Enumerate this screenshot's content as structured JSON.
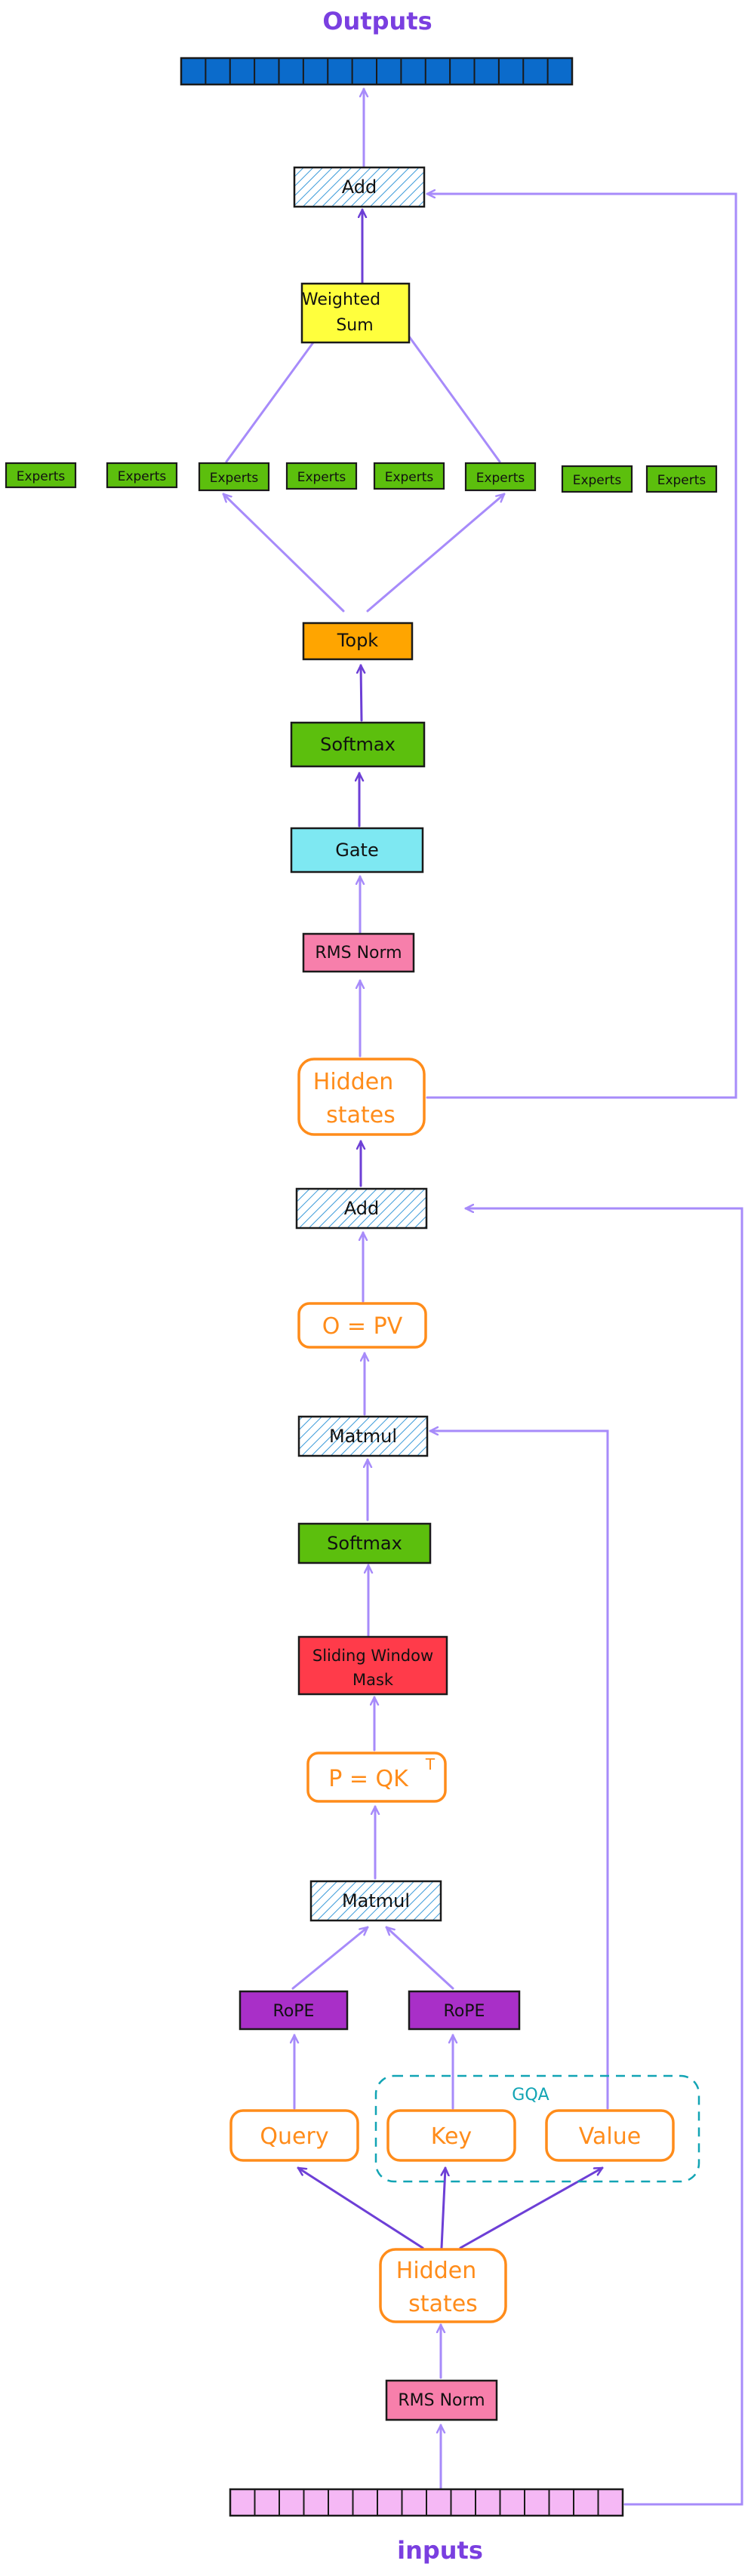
{
  "labels": {
    "outputs": "Outputs",
    "inputs": "inputs",
    "add_top": "Add",
    "weighted_sum_line1": "Weighted",
    "weighted_sum_line2": "Sum",
    "experts": "Experts",
    "topk": "Topk",
    "softmax_top": "Softmax",
    "gate": "Gate",
    "rms_norm_top": "RMS Norm",
    "hidden_states_top_line1": "Hidden",
    "hidden_states_top_line2": "states",
    "add_mid": "Add",
    "o_eq_pv": "O = PV",
    "matmul_top": "Matmul",
    "softmax_mid": "Softmax",
    "sliding_window_line1": "Sliding Window",
    "sliding_window_line2": "Mask",
    "p_eq_qk": "P = QK",
    "p_eq_qk_sup": "T",
    "matmul_bottom": "Matmul",
    "rope_left": "RoPE",
    "rope_right": "RoPE",
    "gqa": "GQA",
    "query": "Query",
    "key": "Key",
    "value": "Value",
    "hidden_states_bottom_line1": "Hidden",
    "hidden_states_bottom_line2": "states",
    "rms_norm_bottom": "RMS Norm"
  },
  "colors": {
    "arrow_light": "#a78bfa",
    "arrow_dark": "#6d3fd6",
    "output_blue": "#0b6bcb",
    "input_pink": "#f5b8f5",
    "expert_green": "#5cbf0d",
    "softmax_green": "#5cbf0d",
    "weighted_yellow": "#ffff3d",
    "topk_orange": "#ffa500",
    "gate_cyan": "#7ee8f2",
    "rms_pink": "#f77fab",
    "mask_red": "#ff3b4a",
    "rope_purple": "#a92fc8",
    "orange_text": "#ff8c1a",
    "gqa_teal": "#12a4b4",
    "title_purple": "#7a3fe0"
  }
}
